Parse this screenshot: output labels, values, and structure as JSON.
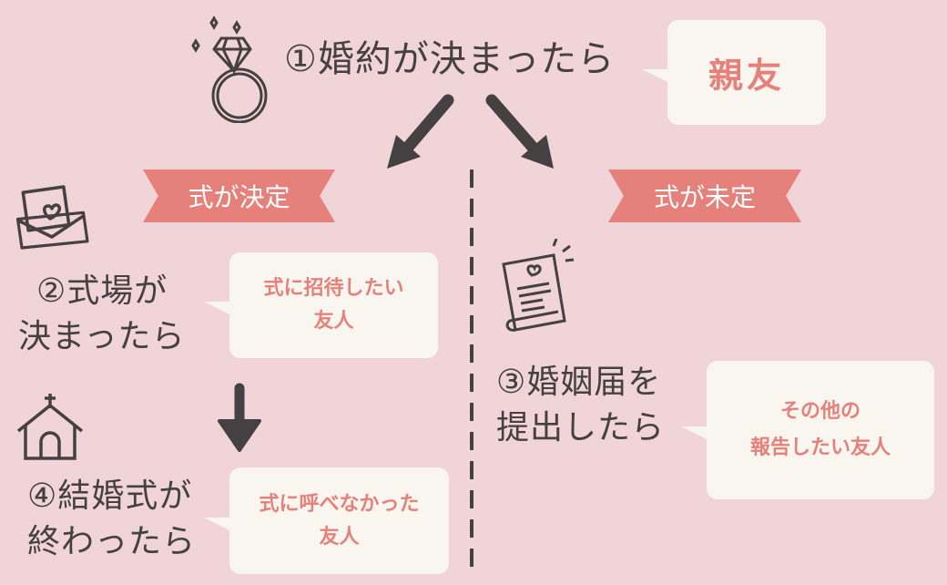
{
  "colors": {
    "background": "#f0d4d8",
    "accent": "#e6807a",
    "ink": "#454042",
    "bubble": "#f9f6f0"
  },
  "top": {
    "step": "①婚約が決まったら",
    "bubble": "親友",
    "icon": "ring-icon"
  },
  "ribbons": {
    "left": "式が決定",
    "right": "式が未定"
  },
  "step2": {
    "line1": "②式場が",
    "line2": "決まったら",
    "bubble_line1": "式に招待したい",
    "bubble_line2": "友人",
    "icon": "envelope-heart-icon"
  },
  "step3": {
    "line1": "③婚姻届を",
    "line2": "提出したら",
    "bubble_line1": "その他の",
    "bubble_line2": "報告したい友人",
    "icon": "document-icon"
  },
  "step4": {
    "line1": "④結婚式が",
    "line2": "終わったら",
    "bubble_line1": "式に呼べなかった",
    "bubble_line2": "友人",
    "icon": "church-icon"
  }
}
